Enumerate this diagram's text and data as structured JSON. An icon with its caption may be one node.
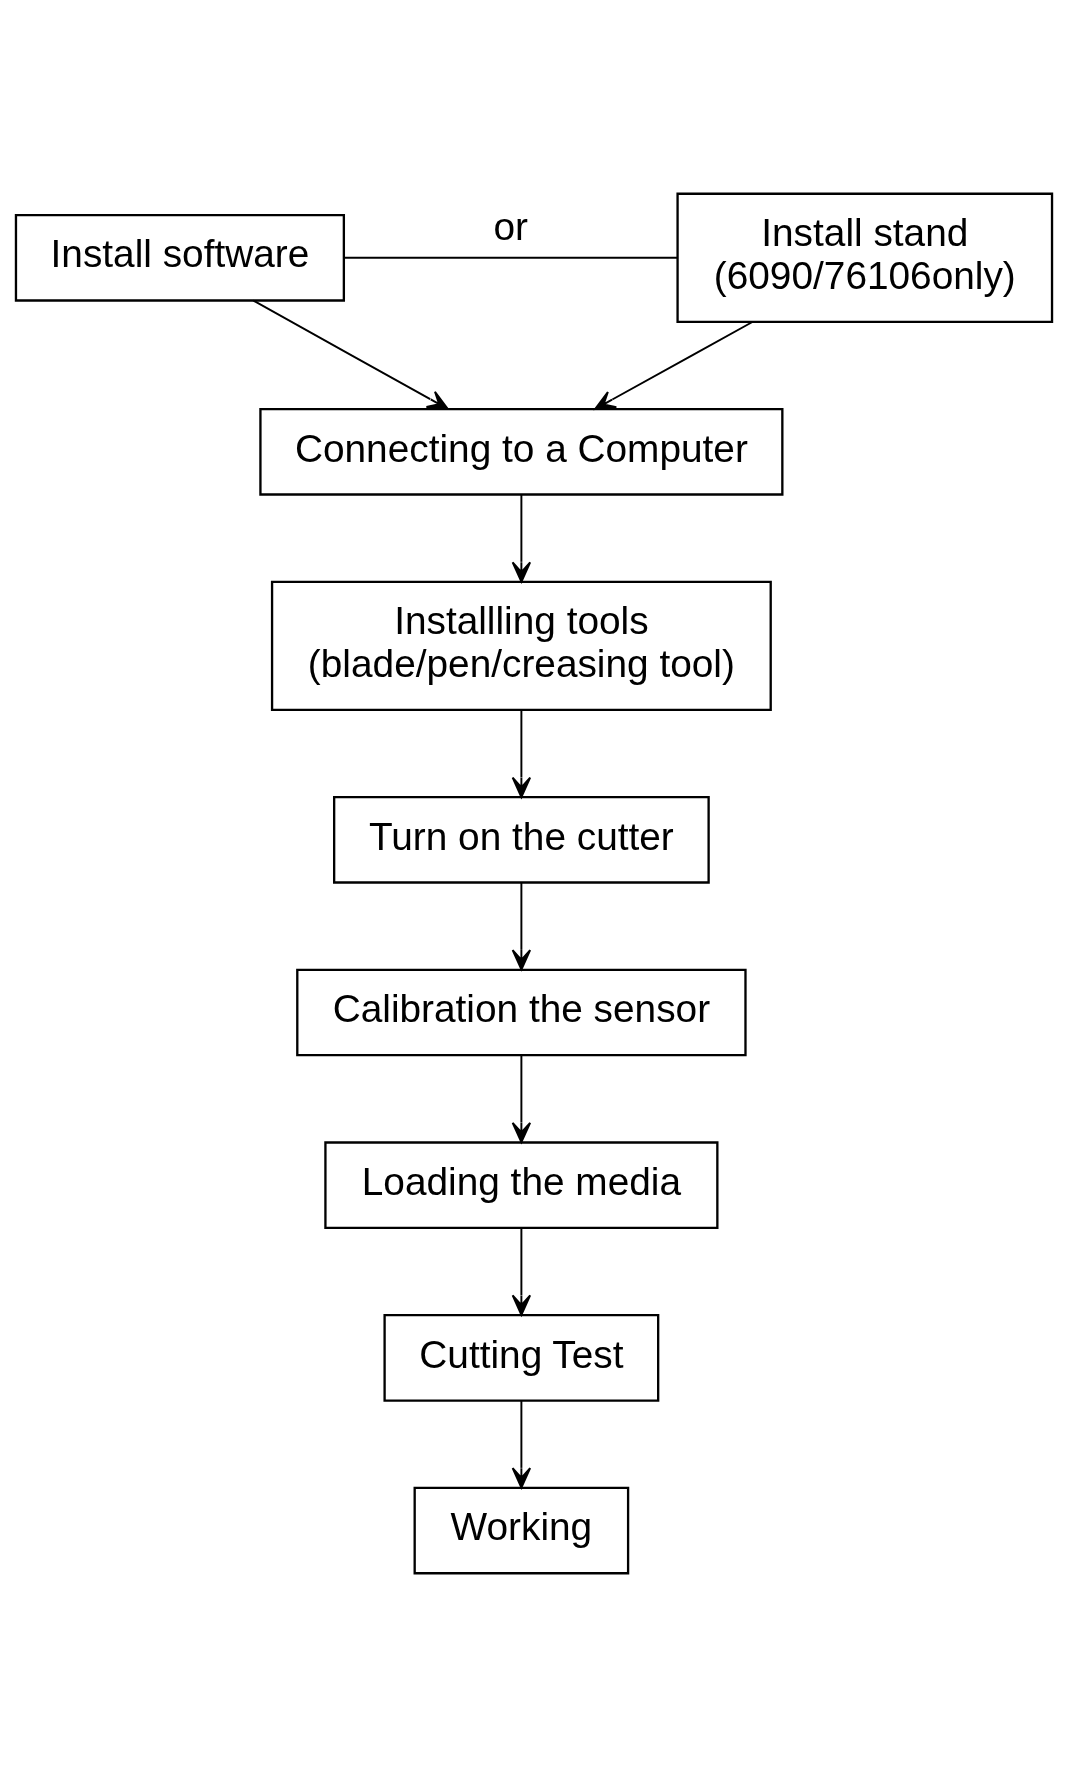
{
  "diagram": {
    "nodes": [
      {
        "text": [
          "Install software"
        ]
      },
      {
        "text": [
          "Install stand (6090/76106only)"
        ]
      },
      {
        "text": [
          "Connecting to a Computer"
        ]
      },
      {
        "text": [
          "Installling tools (blade/pen/creasing tool)"
        ]
      },
      {
        "text": [
          "Turn on the cutter"
        ]
      },
      {
        "text": [
          "Calibration the sensor"
        ]
      },
      {
        "text": [
          "Loading the media"
        ]
      },
      {
        "text": [
          "Cutting Test"
        ]
      },
      {
        "text": [
          "Working"
        ]
      }
    ],
    "edges": [
      {
        "from": 0,
        "to": 1,
        "arrow": "none",
        "label": "or"
      },
      {
        "from": 0,
        "to": 2,
        "arrow": "to"
      },
      {
        "from": 1,
        "to": 2,
        "arrow": "to"
      },
      {
        "from": 2,
        "to": 3,
        "arrow": "to"
      },
      {
        "from": 3,
        "to": 4,
        "arrow": "to"
      },
      {
        "from": 4,
        "to": 5,
        "arrow": "to"
      },
      {
        "from": 5,
        "to": 6,
        "arrow": "to"
      },
      {
        "from": 6,
        "to": 7,
        "arrow": "to"
      },
      {
        "from": 7,
        "to": 8,
        "arrow": "to"
      }
    ]
  }
}
